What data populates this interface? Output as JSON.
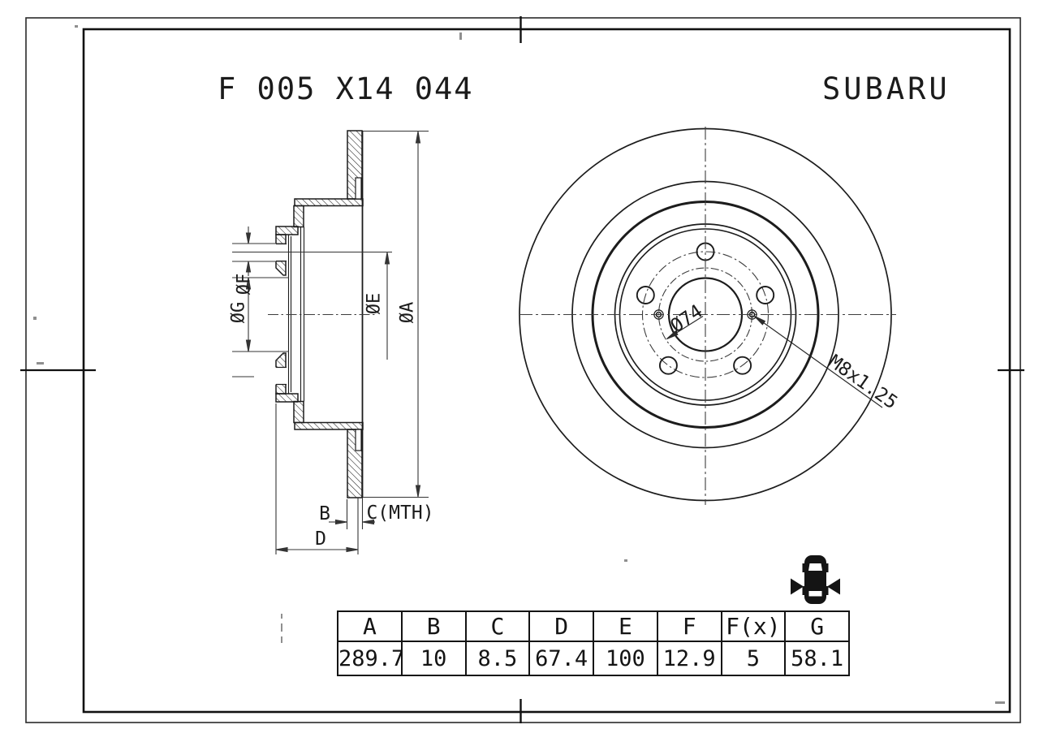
{
  "title": {
    "part_number": "F 005 X14 044",
    "brand": "SUBARU"
  },
  "section_view": {
    "labels": {
      "dia_g": "ØG",
      "dia_f": "ØF",
      "dia_e": "ØE",
      "dia_a": "ØA",
      "b": "B",
      "c_mth": "C(MTH)",
      "d": "D"
    }
  },
  "front_view": {
    "labels": {
      "center_bore": "Ø74",
      "thread": "M8x1.25"
    },
    "bolt_hole_count": 5,
    "icons": {
      "car": "car-top-view-rear-axle-arrows"
    }
  },
  "dimension_table": {
    "headers": [
      "A",
      "B",
      "C",
      "D",
      "E",
      "F",
      "F(x)",
      "G"
    ],
    "values": [
      "289.7",
      "10",
      "8.5",
      "67.4",
      "100",
      "12.9",
      "5",
      "58.1"
    ]
  },
  "colors": {
    "ink": "#1b1b1b",
    "paper": "#ffffff"
  }
}
